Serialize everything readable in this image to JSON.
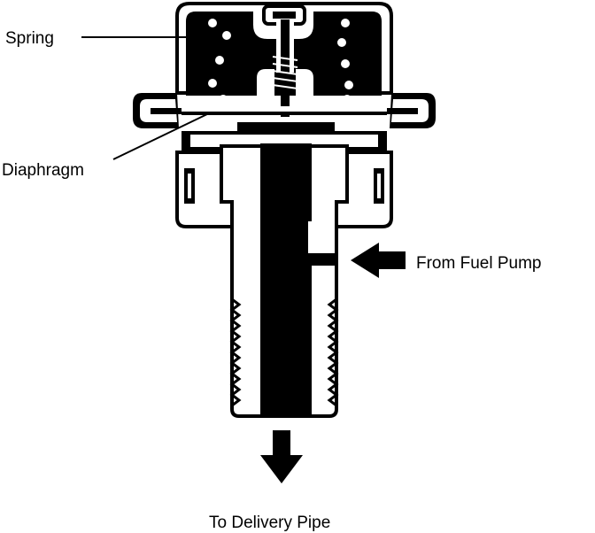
{
  "labels": {
    "spring": "Spring",
    "diaphragm": "Diaphragm",
    "from_fuel_pump": "From Fuel Pump",
    "to_delivery_pipe": "To Delivery Pipe"
  },
  "colors": {
    "ink": "#000000",
    "paper": "#ffffff"
  }
}
